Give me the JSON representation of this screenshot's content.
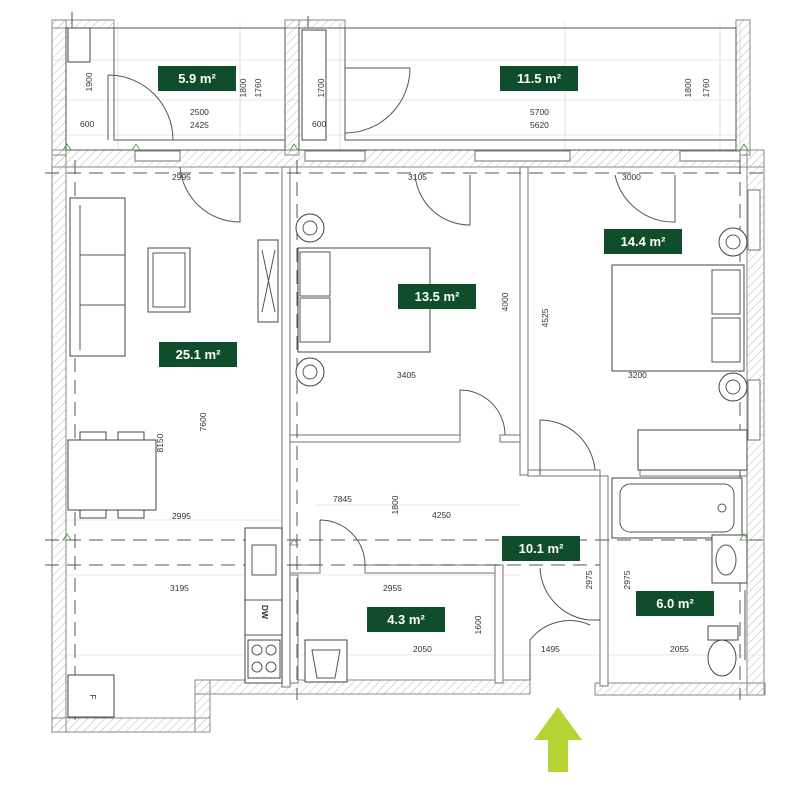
{
  "rooms": [
    {
      "id": "balcony-left",
      "area": "5.9 m²"
    },
    {
      "id": "balcony-right",
      "area": "11.5 m²"
    },
    {
      "id": "living",
      "area": "25.1 m²"
    },
    {
      "id": "bedroom-1",
      "area": "13.5 m²"
    },
    {
      "id": "bedroom-2",
      "area": "14.4 m²"
    },
    {
      "id": "hall",
      "area": "10.1 m²"
    },
    {
      "id": "storage",
      "area": "4.3 m²"
    },
    {
      "id": "bathroom",
      "area": "6.0 m²"
    }
  ],
  "dimensions": [
    "1900",
    "600",
    "2500",
    "2425",
    "1800",
    "1760",
    "1700",
    "600",
    "5700",
    "5620",
    "1800",
    "1760",
    "2995",
    "3105",
    "3000",
    "4000",
    "4525",
    "3405",
    "3200",
    "7600",
    "8150",
    "7845",
    "1800",
    "4250",
    "2995",
    "3195",
    "2955",
    "1600",
    "2050",
    "1495",
    "2975",
    "2975",
    "2055"
  ],
  "appliance_labels": {
    "dishwasher": "DW",
    "fridge": "F"
  },
  "colors": {
    "label_bg": "#0f4d2c",
    "entry_arrow": "#b5d334"
  },
  "icons": [
    "entrance-arrow-icon"
  ]
}
